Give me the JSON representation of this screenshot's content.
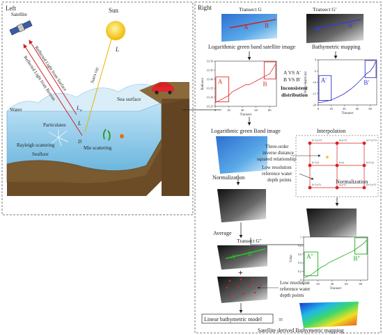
{
  "left_panel": {
    "title": "Left",
    "labels": {
      "satellite": "Satellite",
      "sun": "Sun",
      "L": "L",
      "sun_ray": "Sun's ray",
      "reflected_surface": "Reflected Light from Surface",
      "reflected_bottom": "Reflected Light from Bottom",
      "lw": "L",
      "lw_sub": "w",
      "L2": "L",
      "sea_surface": "Sea surface",
      "water": "Water",
      "particulates": "Particulates",
      "rayleigh": "Rayleigh scattering",
      "mie": "Mie scattering",
      "seafloor": "Seafloor",
      "d": "D"
    }
  },
  "right_panel": {
    "title": "Right",
    "transect_g": "Transect G",
    "transect_g_prime": "Transect G'",
    "label_A": "A",
    "label_B": "B",
    "label_A_prime": "A'",
    "label_B_prime": "B'",
    "log_green_caption": "Logarithmic green band satellite image",
    "bathy_caption": "Bathymetric mapping",
    "avsa_line1": "A VS A'",
    "avsa_line2": "B VS B'",
    "inconsistent_line1": "Inconsistent",
    "inconsistent_line2": "distribution",
    "log_band_caption": "Logarithmic green Band image",
    "interpolation": "Interpolation",
    "idw_line1": "Three-order",
    "idw_line2": "inverse distance",
    "idw_line3": "squared relationship",
    "lowres_line1": "Low resolution",
    "lowres_line2": "reference water",
    "lowres_line3": "depth points",
    "normalization_left": "Normalization",
    "normalization_right": "Normalization",
    "average": "Average",
    "transect_g_dprime": "Transect G''",
    "label_A_dprime": "A''",
    "label_B_dprime": "B''",
    "plus": "+",
    "lowres2_line1": "Low resolution",
    "lowres2_line2": "reference water",
    "lowres2_line3": "depth points",
    "linear_model": "Linear bathymetric model",
    "equals": "=",
    "sdb_caption": "Satellite derived  Bathymetric mapping",
    "grid_labels": {
      "tl": "(x-1,y+1)",
      "tm": "(x,y+1)",
      "tr": "(x+1,y+1)",
      "ml": "(x-1,y)",
      "mm": "(x,y)",
      "mr": "(x+1,y)",
      "bl": "(x-1,y-1)",
      "bm": "(x,y-1)",
      "br": "(x+1,y-1)"
    }
  },
  "chart_data": [
    {
      "type": "line",
      "title": "",
      "xlabel": "Transect",
      "ylabel": "Radiance",
      "xlim": [
        0,
        90
      ],
      "ylim": [
        10.25,
        10.5
      ],
      "x_ticks": [
        "0",
        "20",
        "40",
        "60",
        "80"
      ],
      "y_ticks": [
        "10.25",
        "10.30",
        "10.35",
        "10.40",
        "10.45",
        "10.50"
      ],
      "series": [
        {
          "x": [
            0,
            5,
            10,
            15,
            20,
            25,
            30,
            35,
            40,
            45,
            50,
            55,
            60,
            65,
            70,
            75,
            80,
            85,
            88
          ],
          "values": [
            10.27,
            10.28,
            10.29,
            10.3,
            10.31,
            10.33,
            10.34,
            10.35,
            10.36,
            10.37,
            10.37,
            10.38,
            10.39,
            10.4,
            10.41,
            10.42,
            10.43,
            10.46,
            10.48
          ]
        }
      ],
      "color": "#e03030"
    },
    {
      "type": "line",
      "title": "",
      "xlabel": "Transect",
      "ylabel": "Water depth (m)",
      "xlim": [
        0,
        90
      ],
      "ylim": [
        -20,
        0
      ],
      "x_ticks": [
        "0",
        "20",
        "40",
        "60",
        "80"
      ],
      "y_ticks": [
        "0",
        "-5",
        "-10",
        "-15",
        "-20"
      ],
      "series": [
        {
          "x": [
            0,
            5,
            10,
            15,
            20,
            25,
            30,
            35,
            40,
            45,
            50,
            55,
            60,
            65,
            70,
            75,
            80,
            85,
            88
          ],
          "values": [
            -19,
            -18.8,
            -18.5,
            -18.2,
            -17.8,
            -17.2,
            -16.5,
            -15.8,
            -15,
            -14,
            -13,
            -11.8,
            -10.5,
            -9,
            -7.5,
            -6,
            -5,
            -3,
            -1
          ]
        }
      ],
      "color": "#3030d0"
    },
    {
      "type": "line",
      "title": "",
      "xlabel": "Transect",
      "ylabel": "Value",
      "xlim": [
        0,
        90
      ],
      "ylim": [
        0,
        1
      ],
      "x_ticks": [
        "0",
        "20",
        "40",
        "60",
        "80"
      ],
      "y_ticks": [
        "0",
        "0.2",
        "0.4",
        "0.6",
        "0.8",
        "1"
      ],
      "series": [
        {
          "x": [
            0,
            5,
            10,
            15,
            20,
            25,
            30,
            35,
            40,
            45,
            50,
            55,
            60,
            65,
            70,
            75,
            80,
            85,
            88
          ],
          "values": [
            0.05,
            0.08,
            0.12,
            0.18,
            0.24,
            0.3,
            0.34,
            0.4,
            0.44,
            0.48,
            0.52,
            0.56,
            0.6,
            0.64,
            0.68,
            0.74,
            0.8,
            0.86,
            0.92
          ]
        }
      ],
      "color": "#22aa22"
    }
  ]
}
